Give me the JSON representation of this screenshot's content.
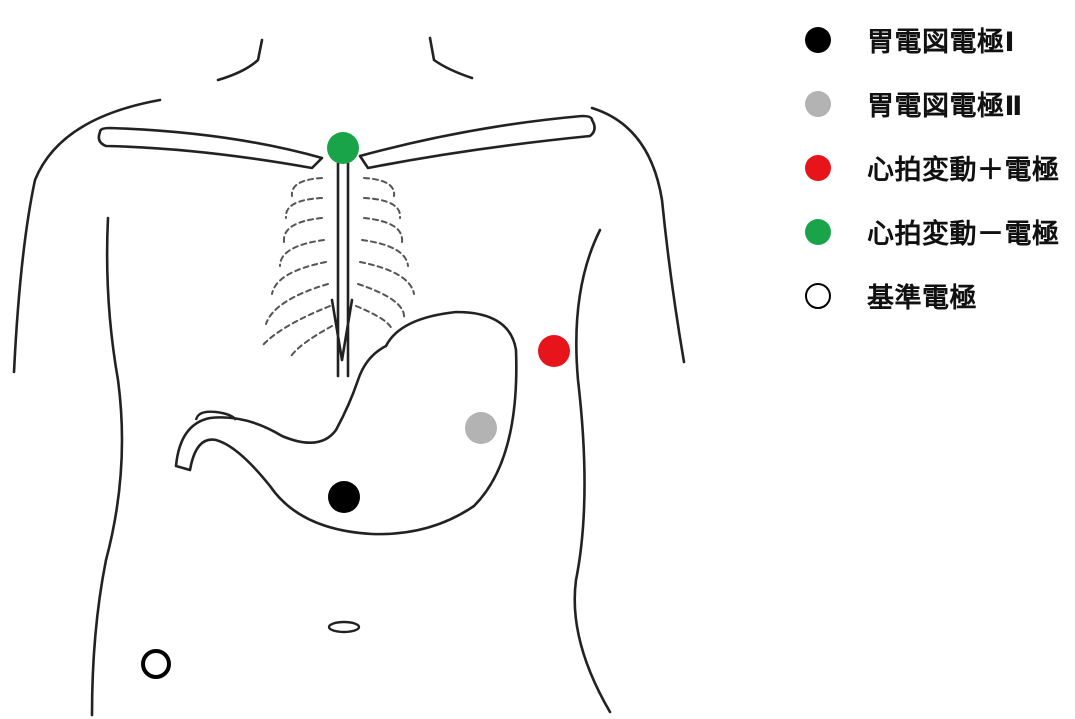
{
  "legend": {
    "items": [
      {
        "label": "胃電図電極Ⅰ",
        "color": "#000000",
        "hollow": false,
        "name": "legend-item-egg-electrode-1"
      },
      {
        "label": "胃電図電極Ⅱ",
        "color": "#b3b3b3",
        "hollow": false,
        "name": "legend-item-egg-electrode-2"
      },
      {
        "label": "心拍変動＋電極",
        "color": "#e8141c",
        "hollow": false,
        "name": "legend-item-hrv-plus-electrode"
      },
      {
        "label": "心拍変動－電極",
        "color": "#1aa44a",
        "hollow": false,
        "name": "legend-item-hrv-minus-electrode"
      },
      {
        "label": "基準電極",
        "color": "#000000",
        "hollow": true,
        "name": "legend-item-reference-electrode"
      }
    ]
  },
  "electrodes": {
    "egg_1": {
      "color": "#000000"
    },
    "egg_2": {
      "color": "#b3b3b3"
    },
    "hrv_plus": {
      "color": "#e8141c"
    },
    "hrv_minus": {
      "color": "#1aa44a"
    },
    "reference": {
      "color": "#000000"
    }
  }
}
